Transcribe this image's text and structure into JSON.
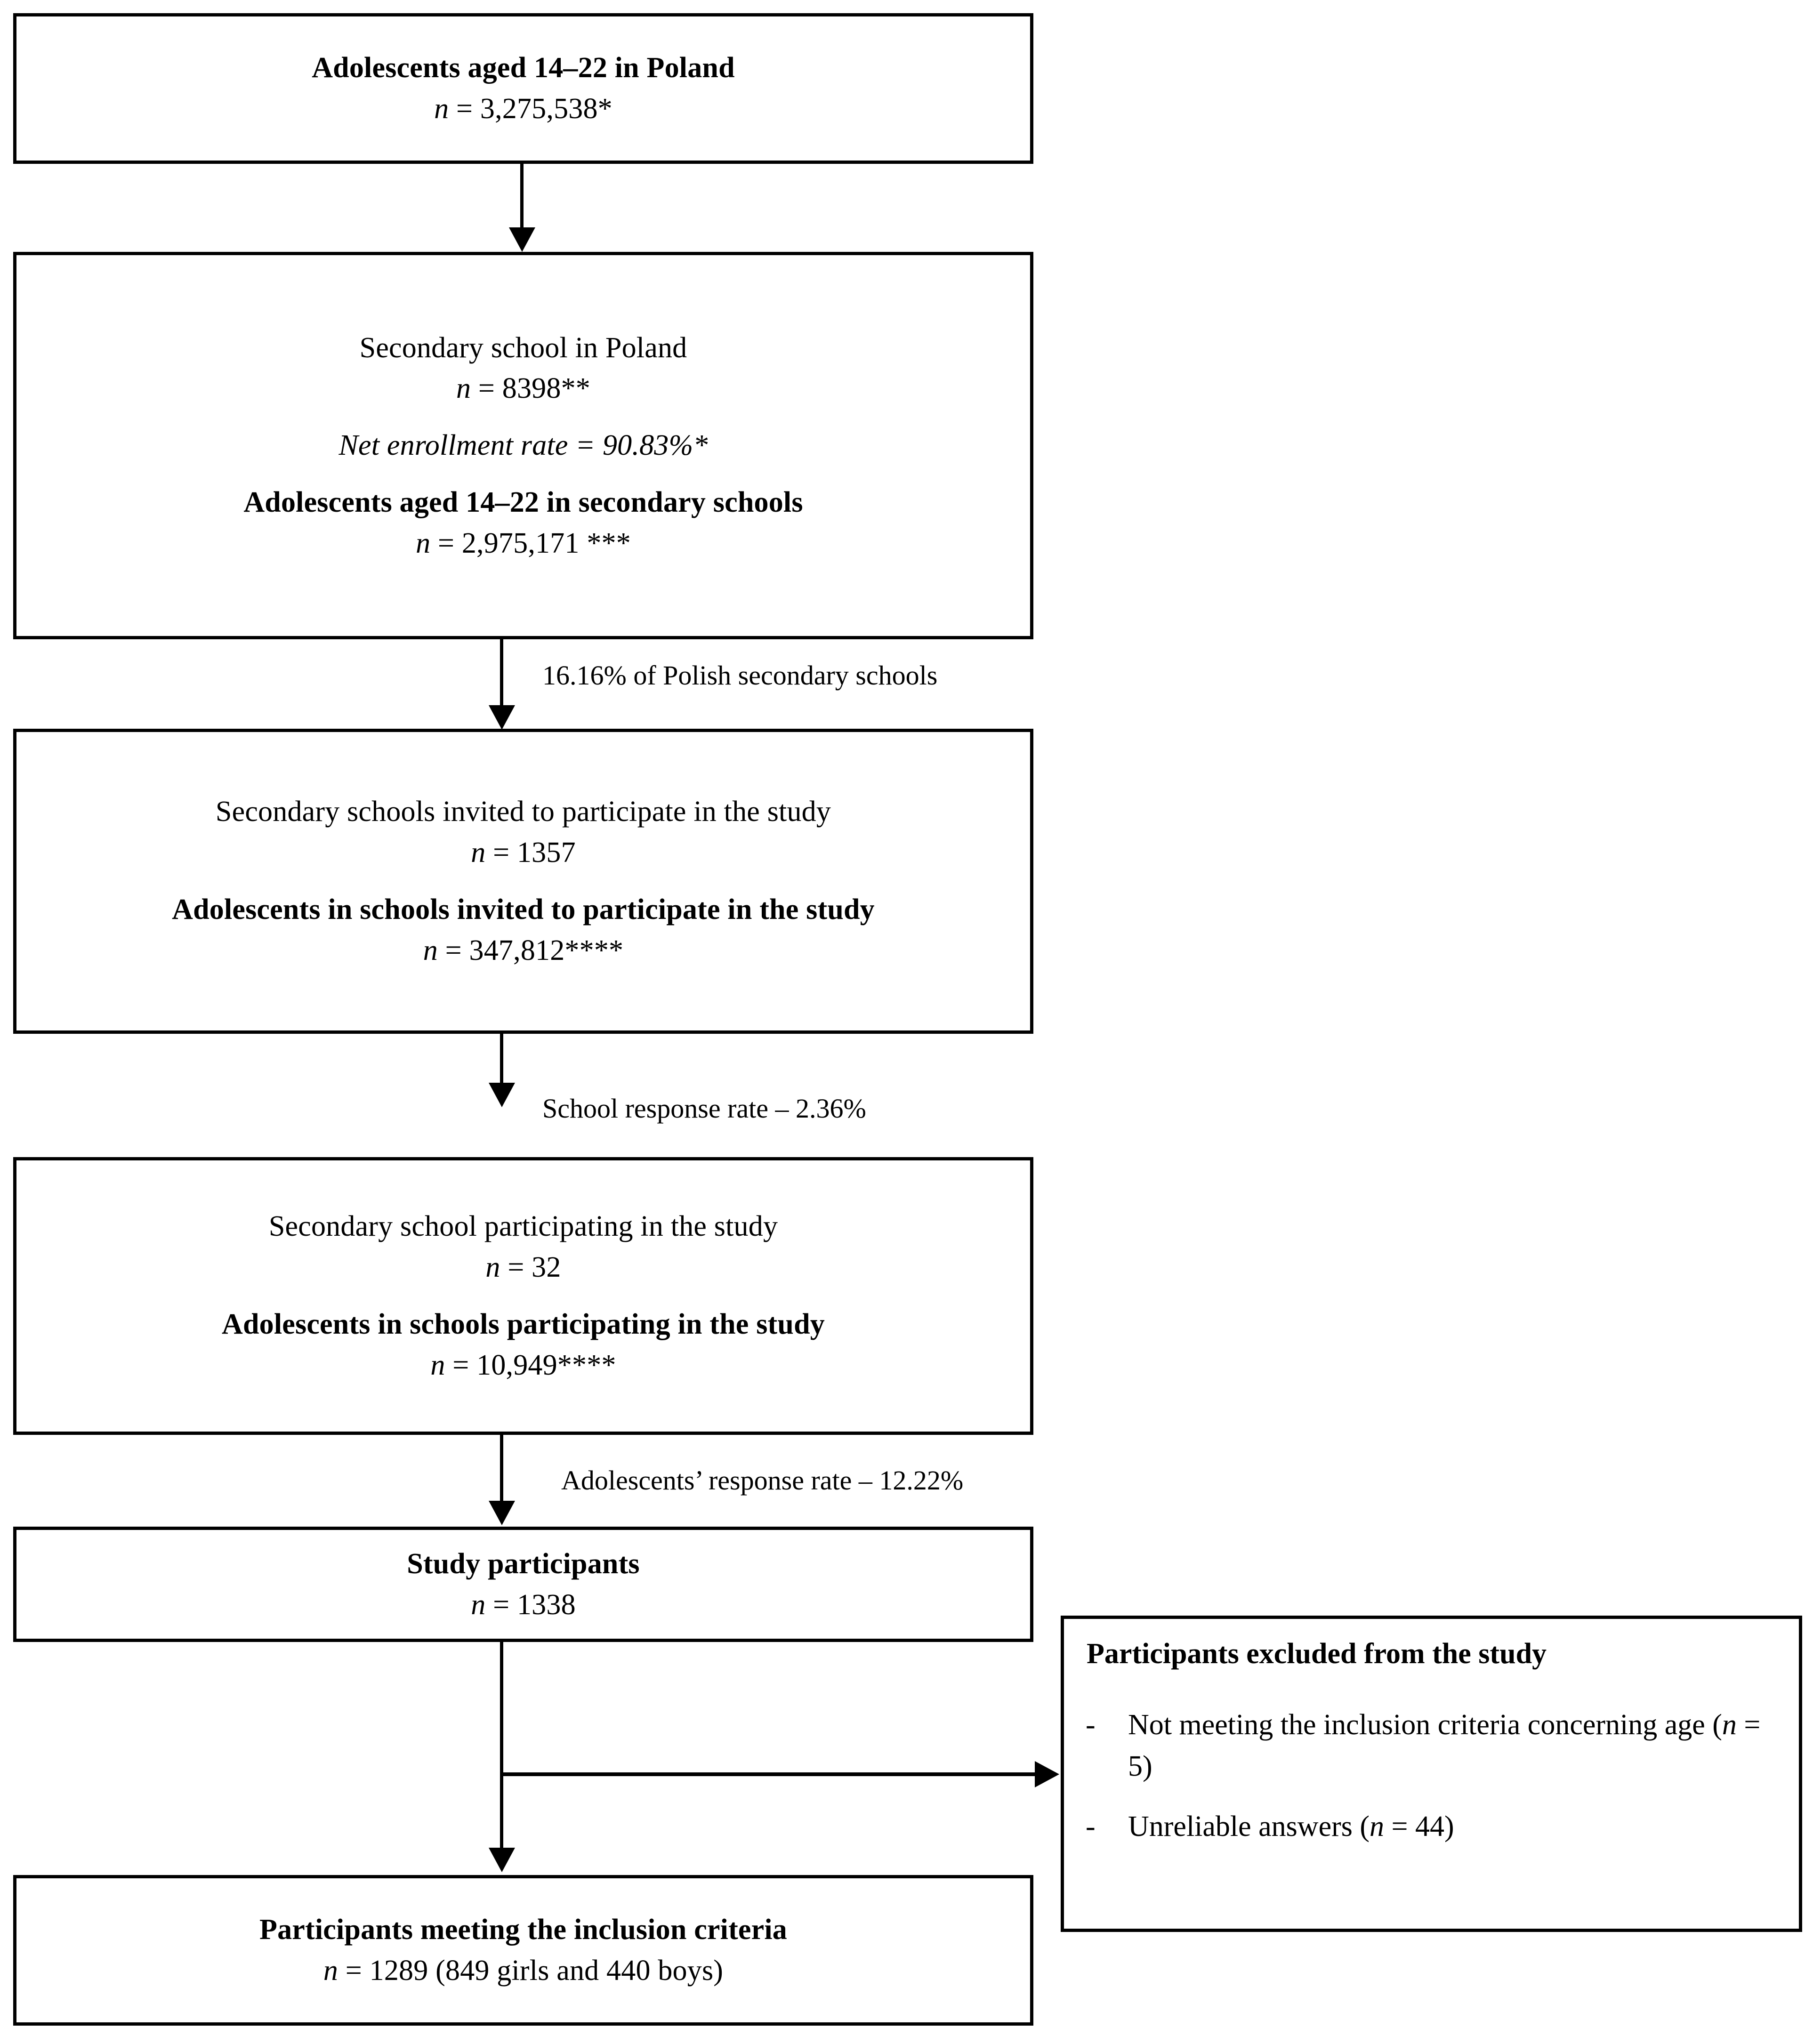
{
  "diagram": {
    "title": "Study participant flow diagram",
    "type": "flowchart",
    "colors": {
      "stroke": "#000000",
      "background": "#ffffff",
      "text": "#000000"
    }
  },
  "nodes": {
    "population": {
      "id": "adolescents-in-poland",
      "title": "Adolescents aged 14–22 in Poland",
      "n_label": "n",
      "n_value": "= 3,275,538*"
    },
    "secondary_schools": {
      "id": "secondary-school-in-poland",
      "line1": "Secondary school in Poland",
      "line2_n": "n",
      "line2_value": "= 8398**",
      "line3": "Net enrollment rate = 90.83%*",
      "line4": "Adolescents aged 14–22 in secondary schools",
      "line5_n": "n",
      "line5_value": "= 2,975,171 ***"
    },
    "invited": {
      "id": "schools-invited",
      "line1": "Secondary schools invited to participate in the study",
      "line2_n": "n",
      "line2_value": "= 1357",
      "line3": "Adolescents in schools invited to participate in the study",
      "line4_n": "n",
      "line4_value": "= 347,812****"
    },
    "participating": {
      "id": "schools-participating",
      "line1": "Secondary school participating in the study",
      "line2_n": "n",
      "line2_value": "= 32",
      "line3": "Adolescents in schools participating in the study",
      "line4_n": "n",
      "line4_value": "= 10,949****"
    },
    "study_participants": {
      "id": "study-participants",
      "title": "Study participants",
      "n_label": "n",
      "n_value": "= 1338"
    },
    "included": {
      "id": "participants-meeting-inclusion-criteria",
      "title": "Participants meeting the inclusion criteria",
      "n_label": "n",
      "n_value": "= 1289 (849 girls and 440 boys)"
    },
    "excluded": {
      "id": "participants-excluded",
      "title": "Participants excluded from the study",
      "bullet_glyph": "-",
      "items": [
        {
          "text_before": "Not meeting the inclusion criteria concerning age (",
          "n_label": "n",
          "text_after": " = 5)"
        },
        {
          "text_before": "Unreliable answers (",
          "n_label": "n",
          "text_after": " = 44)"
        }
      ]
    }
  },
  "edges": {
    "population_to_schools": {
      "label": ""
    },
    "schools_to_invited": {
      "label": "16.16% of Polish secondary schools"
    },
    "invited_to_participating": {
      "label": "School response rate – 2.36%"
    },
    "participating_to_study": {
      "label": "Adolescents’ response rate – 12.22%"
    },
    "study_to_excluded": {
      "label": ""
    },
    "study_to_included": {
      "label": ""
    }
  }
}
